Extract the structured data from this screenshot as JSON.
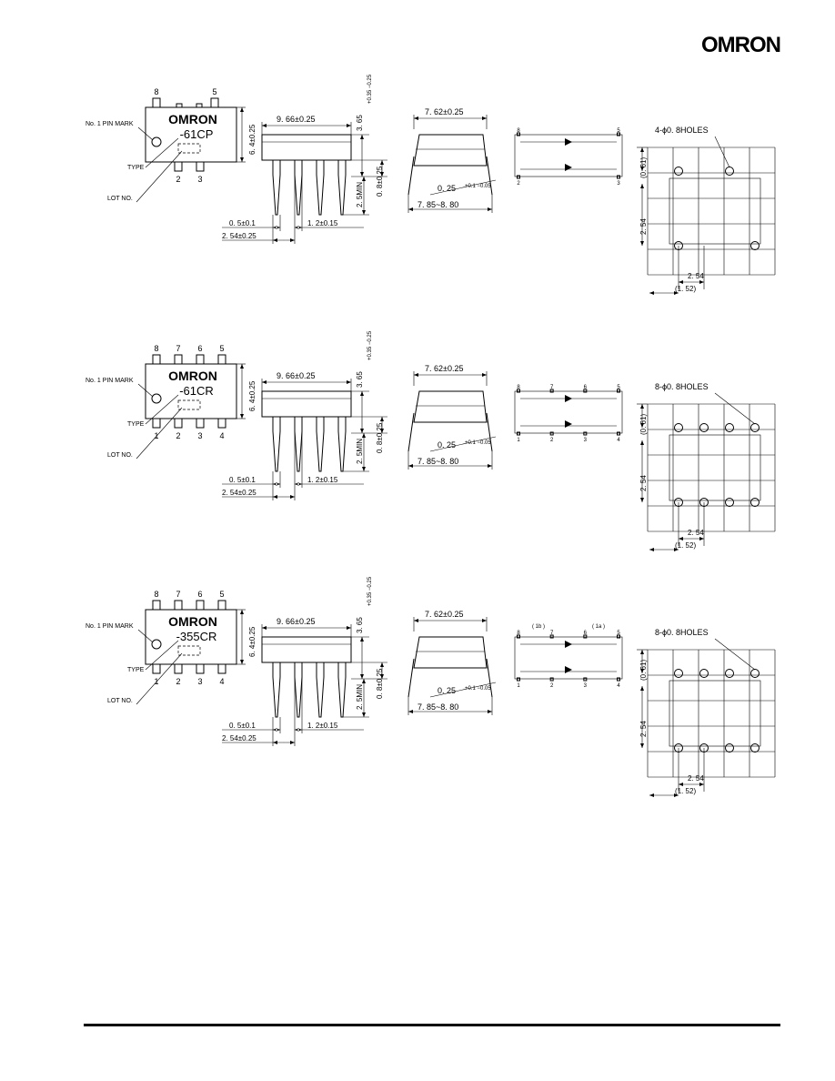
{
  "brand": "OMRON",
  "rows": [
    {
      "chip_text": "OMRON",
      "type_code": "-61CP",
      "top_pins": [
        "8",
        "5"
      ],
      "bottom_pins": [
        "2",
        "3"
      ],
      "labels": {
        "pin_mark": "No. 1 PIN MARK",
        "type": "TYPE",
        "lot": "LOT NO."
      },
      "dims": {
        "width": "6. 4±0.25",
        "length": "9. 66±0.25",
        "height": "3. 65",
        "height_tol": "+0.35 −0.25",
        "min": "2. 5MIN",
        "standoff": "0. 8±0.25",
        "lead_w": "0. 5±0.1",
        "lead_body": "1. 2±0.15",
        "pitch": "2. 54±0.25",
        "row_spacing": "7. 62±0.25",
        "lead_thick": "0. 25",
        "lead_tol": "+0.1 −0.05",
        "span": "7. 85~8. 80"
      },
      "schematic_pins": [
        "8",
        "5",
        "2",
        "3"
      ],
      "pcb": {
        "holes": "4-ϕ0. 8HOLES",
        "offset": "(0. 61)",
        "pitch_v": "2. 54",
        "pitch_h": "2. 54",
        "edge": "(1. 52)"
      }
    },
    {
      "chip_text": "OMRON",
      "type_code": "-61CR",
      "top_pins": [
        "8",
        "7",
        "6",
        "5"
      ],
      "bottom_pins": [
        "1",
        "2",
        "3",
        "4"
      ],
      "labels": {
        "pin_mark": "No. 1 PIN MARK",
        "type": "TYPE",
        "lot": "LOT NO."
      },
      "dims": {
        "width": "6. 4±0.25",
        "length": "9. 66±0.25",
        "height": "3. 65",
        "height_tol": "+0.35 −0.25",
        "min": "2. 5MIN",
        "standoff": "0. 8±0.25",
        "lead_w": "0. 5±0.1",
        "lead_body": "1. 2±0.15",
        "pitch": "2. 54±0.25",
        "row_spacing": "7. 62±0.25",
        "lead_thick": "0. 25",
        "lead_tol": "+0.1 −0.05",
        "span": "7. 85~8. 80"
      },
      "schematic_pins": [
        "8",
        "7",
        "6",
        "5",
        "1",
        "2",
        "3",
        "4"
      ],
      "pcb": {
        "holes": "8-ϕ0. 8HOLES",
        "offset": "(0. 61)",
        "pitch_v": "2. 54",
        "pitch_h": "2. 54",
        "edge": "(1. 52)"
      }
    },
    {
      "chip_text": "OMRON",
      "type_code": "-355CR",
      "top_pins": [
        "8",
        "7",
        "6",
        "5"
      ],
      "bottom_pins": [
        "1",
        "2",
        "3",
        "4"
      ],
      "labels": {
        "pin_mark": "No. 1 PIN MARK",
        "type": "TYPE",
        "lot": "LOT NO."
      },
      "dims": {
        "width": "6. 4±0.25",
        "length": "9. 66±0.25",
        "height": "3. 65",
        "height_tol": "+0.35 −0.25",
        "min": "2. 5MIN",
        "standoff": "0. 8±0.25",
        "lead_w": "0. 5±0.1",
        "lead_body": "1. 2±0.15",
        "pitch": "2. 54±0.25",
        "row_spacing": "7. 62±0.25",
        "lead_thick": "0. 25",
        "lead_tol": "+0.1 −0.05",
        "span": "7. 85~8. 80"
      },
      "schematic_pins": [
        "8",
        "7",
        "6",
        "5",
        "1",
        "2",
        "3",
        "4"
      ],
      "schematic_sub": [
        "( 1b )",
        "( 1a )"
      ],
      "pcb": {
        "holes": "8-ϕ0. 8HOLES",
        "offset": "(0. 61)",
        "pitch_v": "2. 54",
        "pitch_h": "2. 54",
        "edge": "(1. 52)"
      }
    }
  ]
}
